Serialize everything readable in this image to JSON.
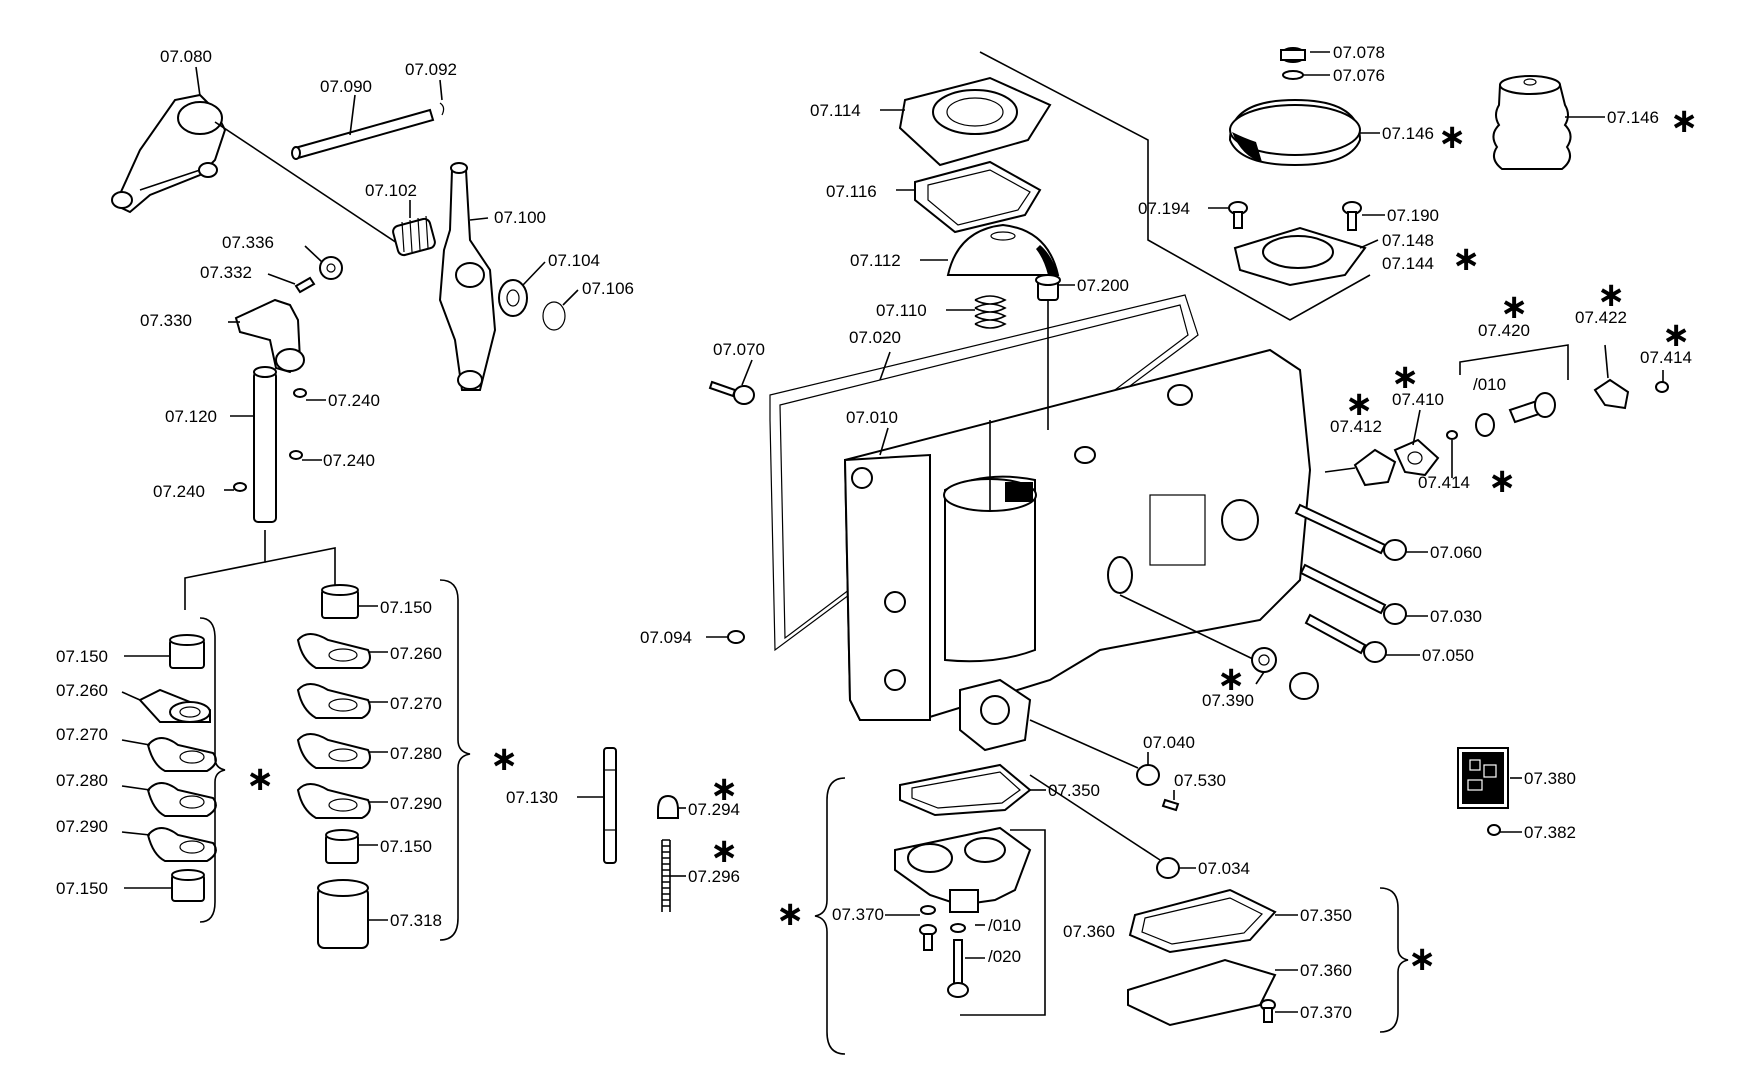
{
  "labels": [
    "07.080",
    "07.090",
    "07.092",
    "07.102",
    "07.100",
    "07.104",
    "07.106",
    "07.336",
    "07.332",
    "07.330",
    "07.240",
    "07.120",
    "07.240",
    "07.240",
    "07.150",
    "07.150",
    "07.260",
    "07.260",
    "07.270",
    "07.270",
    "07.280",
    "07.280",
    "07.290",
    "07.290",
    "07.150",
    "07.150",
    "07.318",
    "07.130",
    "07.294",
    "07.296",
    "07.114",
    "07.116",
    "07.112",
    "07.110",
    "07.200",
    "07.070",
    "07.020",
    "07.010",
    "07.094",
    "07.078",
    "07.076",
    "07.146",
    "07.146",
    "07.194",
    "07.190",
    "07.148",
    "07.144",
    "07.420",
    "07.422",
    "07.414",
    "07.410",
    "07.412",
    "/010",
    "07.414",
    "07.060",
    "07.030",
    "07.050",
    "07.390",
    "07.040",
    "07.530",
    "07.034",
    "07.350",
    "07.370",
    "/010",
    "/020",
    "07.360",
    "07.350",
    "07.360",
    "07.370",
    "07.380",
    "07.382"
  ],
  "star": "∗"
}
